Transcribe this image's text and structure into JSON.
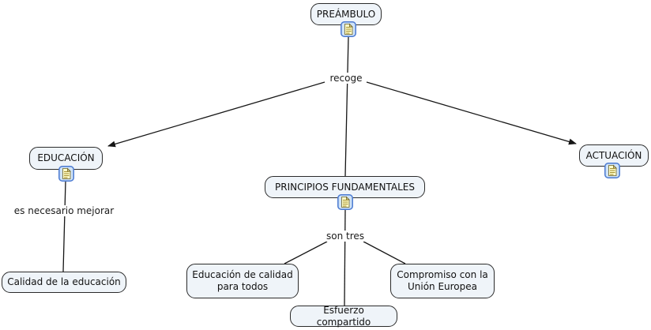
{
  "diagram": {
    "type": "concept-map",
    "background": "#ffffff",
    "nodes": {
      "preambulo": {
        "label": "PREÁMBULO",
        "has_resource_icon": true
      },
      "educacion": {
        "label": "EDUCACIÓN",
        "has_resource_icon": true
      },
      "actuacion": {
        "label": "ACTUACIÓN",
        "has_resource_icon": true
      },
      "principios": {
        "label": "PRINCIPIOS FUNDAMENTALES",
        "has_resource_icon": true
      },
      "calidad": {
        "label": "Calidad de la educación",
        "has_resource_icon": false
      },
      "educacion_calidad": {
        "label": "Educación de calidad para todos",
        "has_resource_icon": false
      },
      "esfuerzo": {
        "label": "Esfuerzo compartido",
        "has_resource_icon": false
      },
      "compromiso": {
        "label": "Compromiso con la Unión Europea",
        "has_resource_icon": false
      }
    },
    "links": [
      {
        "label": "recoge",
        "from": "preambulo",
        "to": [
          "educacion",
          "principios",
          "actuacion"
        ],
        "arrowheads": [
          "educacion",
          "actuacion"
        ]
      },
      {
        "label": "es necesario mejorar",
        "from": "educacion",
        "to": [
          "calidad"
        ],
        "arrowheads": []
      },
      {
        "label": "son tres",
        "from": "principios",
        "to": [
          "educacion_calidad",
          "esfuerzo",
          "compromiso"
        ],
        "arrowheads": []
      }
    ],
    "icons": {
      "resource": "document-resource-icon"
    },
    "colors": {
      "node_fill": "#eff4f9",
      "node_border": "#2b2b2b",
      "line": "#161616",
      "icon_box_fill": "#cfe3f7",
      "icon_box_border": "#4a79d1",
      "icon_page_fill": "#ffffcc",
      "icon_page_lines": "#a89235",
      "text": "#111111"
    }
  }
}
